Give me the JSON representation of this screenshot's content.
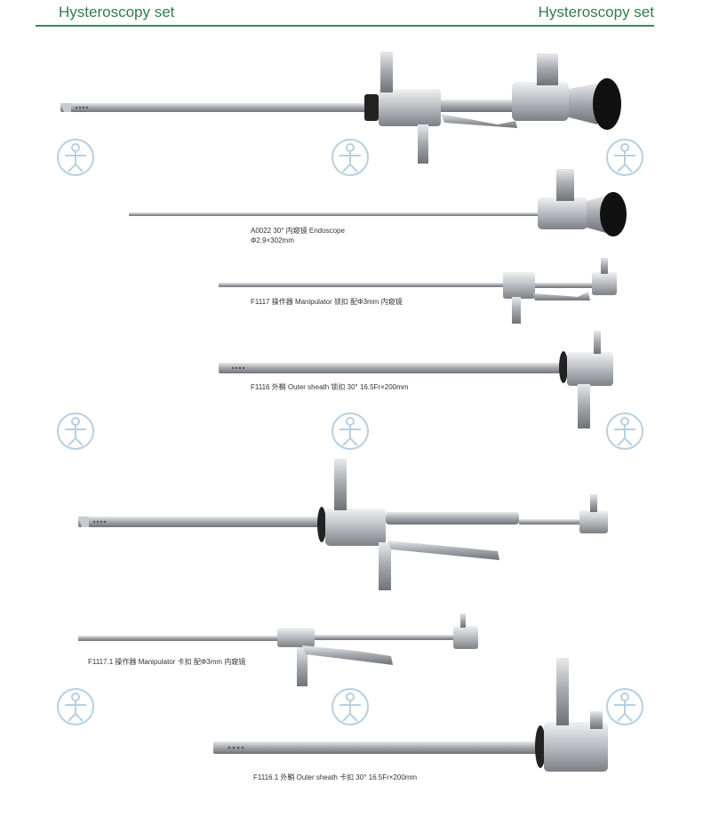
{
  "header": {
    "title_left": "Hysteroscopy set",
    "title_right": "Hysteroscopy set"
  },
  "products": [
    {
      "code": "A0022",
      "line1": "A0022  30° 内窥镜 Endoscope",
      "line2": "Φ2.9×302mm"
    },
    {
      "code": "F1117",
      "line1": "F1117 操作器 Manipulator 锁扣  配Φ3mm 内窥镜"
    },
    {
      "code": "F1116",
      "line1": "F1116 外鞘 Outer sheath 锁扣 30°  16.5Fr×200mm"
    },
    {
      "code": "F1117.1",
      "line1": "F1117.1 操作器 Manipulator 卡扣  配Φ3mm 内窥镜"
    },
    {
      "code": "F1116.1",
      "line1": "F1116.1 外鞘 Outer sheath 卡扣 30°  16.5Fr×200mm"
    }
  ],
  "colors": {
    "brand": "#2e7d4f",
    "rule": "#3a8a5a",
    "watermark": "#b8cfe0",
    "steel": "#b9bcc0"
  },
  "icons": [
    "vitruvian-watermark-icon"
  ]
}
